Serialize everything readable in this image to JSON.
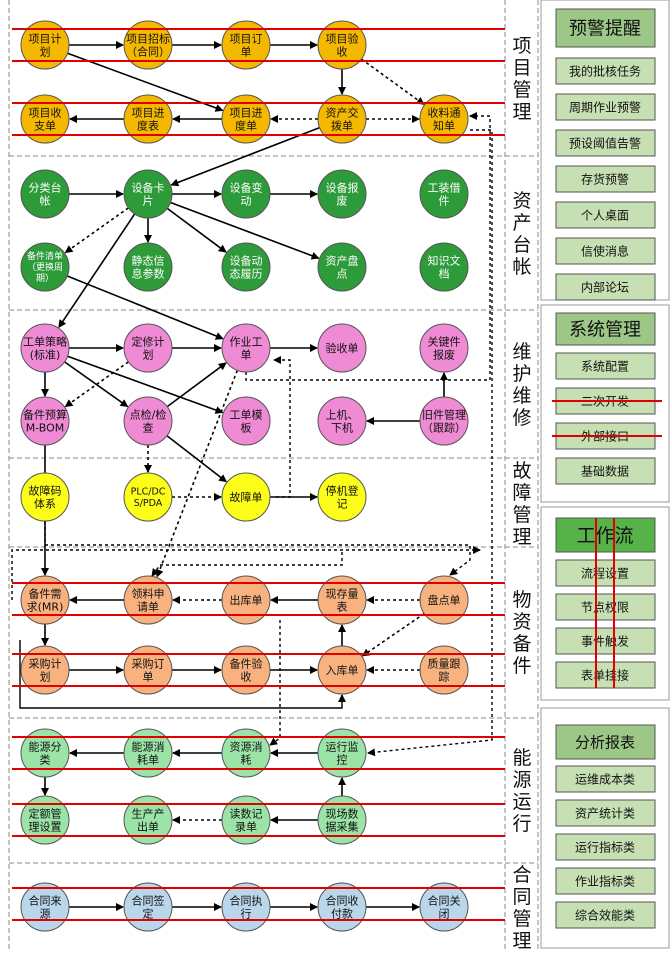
{
  "colors": {
    "project": "#f5b800",
    "asset": "#2e9b3a",
    "maint": "#ef8ad4",
    "fault": "#fdfd1a",
    "material": "#f7b27f",
    "energy": "#9be3a6",
    "contract": "#b9d6ea",
    "red_line": "#e00000",
    "panel_green": "#9cc787",
    "panel_light": "#c6e0b4",
    "header_green": "#58b24a"
  },
  "sections": [
    {
      "id": "project",
      "label": "项目管理"
    },
    {
      "id": "asset",
      "label": "资产台帐"
    },
    {
      "id": "maint",
      "label": "维护维修"
    },
    {
      "id": "fault",
      "label": "故障管理"
    },
    {
      "id": "material",
      "label": "物资备件"
    },
    {
      "id": "energy",
      "label": "能源运行"
    },
    {
      "id": "contract",
      "label": "合同管理"
    }
  ],
  "nodes": {
    "pm1": {
      "lines": [
        "项目计",
        "划"
      ]
    },
    "pm2": {
      "lines": [
        "项目招标",
        "（合同）"
      ]
    },
    "pm3": {
      "lines": [
        "项目订",
        "单"
      ]
    },
    "pm4": {
      "lines": [
        "项目验",
        "收"
      ]
    },
    "pm5": {
      "lines": [
        "项目收",
        "支单"
      ]
    },
    "pm6": {
      "lines": [
        "项目进",
        "度表"
      ]
    },
    "pm7": {
      "lines": [
        "项目进",
        "度单"
      ]
    },
    "pm8": {
      "lines": [
        "资产交",
        "拨单"
      ]
    },
    "pm9": {
      "lines": [
        "收料通",
        "知单"
      ]
    },
    "as1": {
      "lines": [
        "分类台",
        "帐"
      ]
    },
    "as2": {
      "lines": [
        "设备卡",
        "片"
      ]
    },
    "as3": {
      "lines": [
        "设备变",
        "动"
      ]
    },
    "as4": {
      "lines": [
        "设备报",
        "废"
      ]
    },
    "as5": {
      "lines": [
        "工装借",
        "件"
      ]
    },
    "as6": {
      "lines": [
        "备件清单",
        "（更换周",
        "期）"
      ]
    },
    "as7": {
      "lines": [
        "静态信",
        "息参数"
      ]
    },
    "as8": {
      "lines": [
        "设备动",
        "态履历"
      ]
    },
    "as9": {
      "lines": [
        "资产盘",
        "点"
      ]
    },
    "as10": {
      "lines": [
        "知识文",
        "档"
      ]
    },
    "mt1": {
      "lines": [
        "工单策略",
        "(标准)"
      ]
    },
    "mt2": {
      "lines": [
        "定修计",
        "划"
      ]
    },
    "mt3": {
      "lines": [
        "作业工",
        "单"
      ]
    },
    "mt4": {
      "lines": [
        "验收单"
      ]
    },
    "mt5": {
      "lines": [
        "关键件",
        "报废"
      ]
    },
    "mt6": {
      "lines": [
        "备件预算",
        "M-BOM"
      ]
    },
    "mt7": {
      "lines": [
        "点检/检",
        "查"
      ]
    },
    "mt8": {
      "lines": [
        "工单模",
        "板"
      ]
    },
    "mt9": {
      "lines": [
        "上机、",
        "下机"
      ]
    },
    "mt10": {
      "lines": [
        "旧件管理",
        "（跟踪）"
      ]
    },
    "ft1": {
      "lines": [
        "故障码",
        "体系"
      ]
    },
    "ft2": {
      "lines": [
        "PLC/DC",
        "S/PDA"
      ]
    },
    "ft3": {
      "lines": [
        "故障单"
      ]
    },
    "ft4": {
      "lines": [
        "停机登",
        "记"
      ]
    },
    "mr1": {
      "lines": [
        "备件需",
        "求(MR)"
      ]
    },
    "mr2": {
      "lines": [
        "领料申",
        "请单"
      ]
    },
    "mr3": {
      "lines": [
        "出库单"
      ]
    },
    "mr4": {
      "lines": [
        "现存量",
        "表"
      ]
    },
    "mr5": {
      "lines": [
        "盘点单"
      ]
    },
    "mr6": {
      "lines": [
        "采购计",
        "划"
      ]
    },
    "mr7": {
      "lines": [
        "采购订",
        "单"
      ]
    },
    "mr8": {
      "lines": [
        "备件验",
        "收"
      ]
    },
    "mr9": {
      "lines": [
        "入库单"
      ]
    },
    "mr10": {
      "lines": [
        "质量跟",
        "踪"
      ]
    },
    "en1": {
      "lines": [
        "能源分",
        "类"
      ]
    },
    "en2": {
      "lines": [
        "能源消",
        "耗单"
      ]
    },
    "en3": {
      "lines": [
        "资源消",
        "耗"
      ]
    },
    "en4": {
      "lines": [
        "运行监",
        "控"
      ]
    },
    "en5": {
      "lines": [
        "定额管",
        "理设置"
      ]
    },
    "en6": {
      "lines": [
        "生产产",
        "出单"
      ]
    },
    "en7": {
      "lines": [
        "读数记",
        "录单"
      ]
    },
    "en8": {
      "lines": [
        "现场数",
        "据采集"
      ]
    },
    "ct1": {
      "lines": [
        "合同来",
        "源"
      ]
    },
    "ct2": {
      "lines": [
        "合同签",
        "定"
      ]
    },
    "ct3": {
      "lines": [
        "合同执",
        "行"
      ]
    },
    "ct4": {
      "lines": [
        "合同收",
        "付款"
      ]
    },
    "ct5": {
      "lines": [
        "合同关",
        "闭"
      ]
    }
  },
  "panels": [
    {
      "id": "alert",
      "header": "预警提醒",
      "items": [
        {
          "label": "我的批核任务",
          "struck": false
        },
        {
          "label": "周期作业预警",
          "struck": false
        },
        {
          "label": "预设阈值告警",
          "struck": false
        },
        {
          "label": "存货预警",
          "struck": false
        },
        {
          "label": "个人桌面",
          "struck": false
        },
        {
          "label": "信使消息",
          "struck": false
        },
        {
          "label": "内部论坛",
          "struck": false
        }
      ]
    },
    {
      "id": "system",
      "header": "系统管理",
      "items": [
        {
          "label": "系统配置",
          "struck": false
        },
        {
          "label": "二次开发",
          "struck": true
        },
        {
          "label": "外部接口",
          "struck": true
        },
        {
          "label": "基础数据",
          "struck": false
        }
      ]
    },
    {
      "id": "workflow",
      "header": "工作流",
      "items": [
        {
          "label": "流程设置",
          "struck": false
        },
        {
          "label": "节点权限",
          "struck": false
        },
        {
          "label": "事件触发",
          "struck": false
        },
        {
          "label": "表单挂接",
          "struck": false
        }
      ]
    },
    {
      "id": "report",
      "header": "分析报表",
      "items": [
        {
          "label": "运维成本类",
          "struck": false
        },
        {
          "label": "资产统计类",
          "struck": false
        },
        {
          "label": "运行指标类",
          "struck": false
        },
        {
          "label": "作业指标类",
          "struck": false
        },
        {
          "label": "综合效能类",
          "struck": false
        }
      ]
    }
  ]
}
